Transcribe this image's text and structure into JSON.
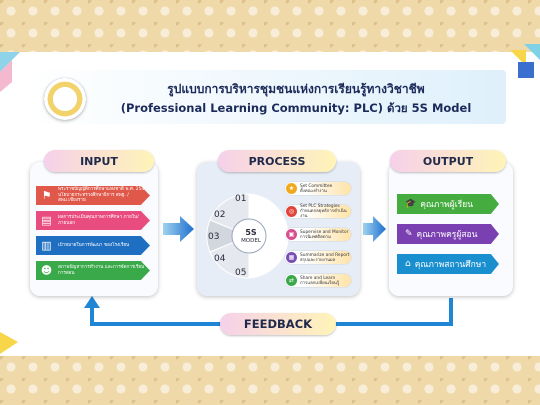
{
  "title": {
    "line1": "รูปแบบการบริหารชุมชนแห่งการเรียนรู้ทางวิชาชีพ",
    "line2": "(Professional Learning Community: PLC) ด้วย 5S Model"
  },
  "labels": {
    "input": "INPUT",
    "process": "PROCESS",
    "output": "OUTPUT",
    "feedback": "FEEDBACK"
  },
  "input_items": [
    {
      "text": "พระราชบัญญัติการศึกษาแห่งชาติ พ.ศ. 2542 นโยบายกระทรวงศึกษาธิการ สพฐ. / สพม.เชียงราย",
      "icon": "flag-icon",
      "color": "#e0584a"
    },
    {
      "text": "ผลการประเมินคุณภาพการศึกษา ภายใน/ภายนอก",
      "icon": "document-icon",
      "color": "#e94d7f"
    },
    {
      "text": "เป้าหมายในการพัฒนา ของโรงเรียน",
      "icon": "chart-icon",
      "color": "#1e6fc2"
    },
    {
      "text": "สภาพปัญหาการทำงาน และการจัดการเรียนการสอน",
      "icon": "people-icon",
      "color": "#3aa94a"
    }
  ],
  "process": {
    "center_label_1": "5S",
    "center_label_2": "MODEL",
    "numbers": [
      "01",
      "02",
      "03",
      "04",
      "05"
    ],
    "steps": [
      {
        "title": "Set Committee",
        "subtitle": "ตั้งคณะทำงาน",
        "color": "#f0a91e",
        "icon": "trophy-icon"
      },
      {
        "title": "Set PLC Strategies",
        "subtitle": "กำหนดกลยุทธ์การดำเนินงาน",
        "color": "#e2443a",
        "icon": "target-icon"
      },
      {
        "title": "Supervise and Monitor",
        "subtitle": "การนิเทศติดตาม",
        "color": "#d94e8f",
        "icon": "monitor-icon"
      },
      {
        "title": "Summarize and Report",
        "subtitle": "สรุปและรายงานผล",
        "color": "#7a4fb5",
        "icon": "clipboard-icon"
      },
      {
        "title": "Share and Learn",
        "subtitle": "การแลกเปลี่ยนเรียนรู้",
        "color": "#3aa94a",
        "icon": "share-icon"
      }
    ]
  },
  "output_items": [
    {
      "text": "คุณภาพผู้เรียน",
      "icon": "student-icon",
      "color": "#45ad3f"
    },
    {
      "text": "คุณภาพครูผู้สอน",
      "icon": "teacher-icon",
      "color": "#7a3fb0"
    },
    {
      "text": "คุณภาพสถานศึกษา",
      "icon": "school-icon",
      "color": "#1a8fd0"
    }
  ],
  "colors": {
    "arrow": "#1f86d6",
    "title_text": "#1c2a5a",
    "band": "#efd9a9"
  }
}
